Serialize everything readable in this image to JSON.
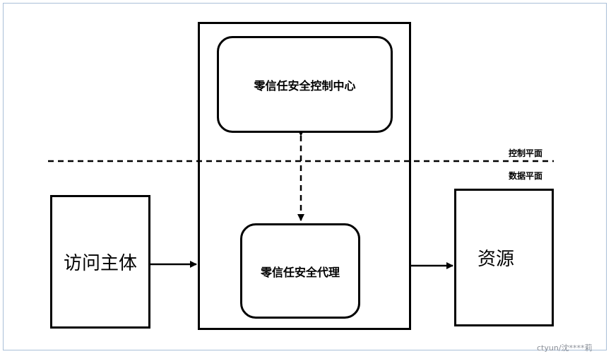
{
  "diagram": {
    "access_subject": "访问主体",
    "control_center": "零信任安全控制中心",
    "security_agent": "零信任安全代理",
    "resource": "资源",
    "control_plane": "控制平面",
    "data_plane": "数据平面"
  },
  "watermark": "ctyun/沈****莉"
}
